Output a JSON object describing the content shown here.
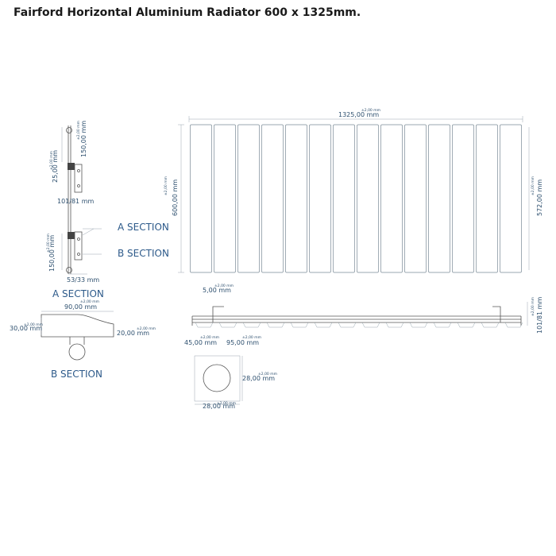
{
  "title": "Fairford Horizontal Aluminium Radiator 600 x 1325mm.",
  "tolerance": "±2,00 mm",
  "side_view": {
    "dim_150_top": "150,00 mm",
    "dim_25": "25,00 mm",
    "dim_101_81": "101/81 mm",
    "dim_150_bottom": "150,00 mm",
    "dim_53_33": "53/33 mm",
    "label_a": "A SECTION",
    "label_b": "B SECTION"
  },
  "front_view": {
    "width": "1325,00 mm",
    "height": "600,00 mm",
    "inner_height": "572,00 mm",
    "fins": 14
  },
  "bottom_view": {
    "dim_5": "5,00 mm",
    "dim_45": "45,00 mm",
    "dim_95": "95,00 mm",
    "dim_101_81": "101/81 mm"
  },
  "a_section": {
    "title": "A SECTION",
    "width": "90,00 mm",
    "left_height": "30,00 mm",
    "right_height": "20,00 mm"
  },
  "b_section": {
    "title": "B SECTION",
    "dim_w": "28,00 mm",
    "dim_h": "28,00 mm"
  }
}
